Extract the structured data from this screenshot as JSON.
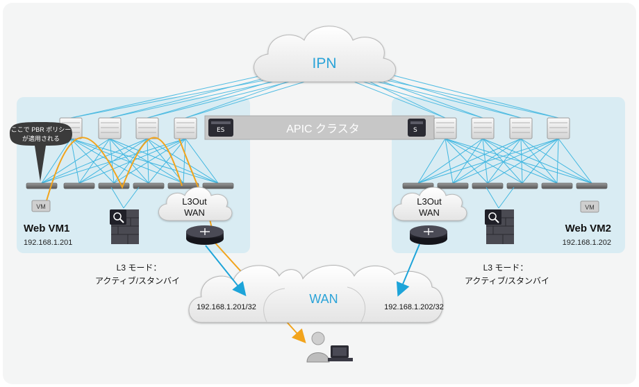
{
  "ipn": {
    "label": "IPN"
  },
  "apic": {
    "label": "APIC クラスタ"
  },
  "wan": {
    "label": "WAN"
  },
  "left_site": {
    "callout": [
      "ここで PBR ポリシー",
      "が適用される"
    ],
    "vm_badge": "VM",
    "vm_name": "Web VM1",
    "vm_ip": "192.168.1.201",
    "l3out": [
      "L3Out",
      "WAN"
    ],
    "mode": [
      "L3 モード：",
      "アクティブ/スタンバイ"
    ],
    "route": "192.168.1.201/32"
  },
  "right_site": {
    "vm_badge": "VM",
    "vm_name": "Web VM2",
    "vm_ip": "192.168.1.202",
    "l3out": [
      "L3Out",
      "WAN"
    ],
    "mode": [
      "L3 モード：",
      "アクティブ/スタンバイ"
    ],
    "route": "192.168.1.202/32"
  },
  "colors": {
    "site_bg": "#d9ecf3",
    "link": "#3fb6e0",
    "path": "#f2a41c",
    "label_blue": "#2aa3d8",
    "apic_bar": "#c7c7c7"
  },
  "icons": [
    "cloud-icon",
    "switch-icon",
    "apic-server-icon",
    "firewall-icon",
    "router-icon",
    "user-terminal-icon"
  ]
}
